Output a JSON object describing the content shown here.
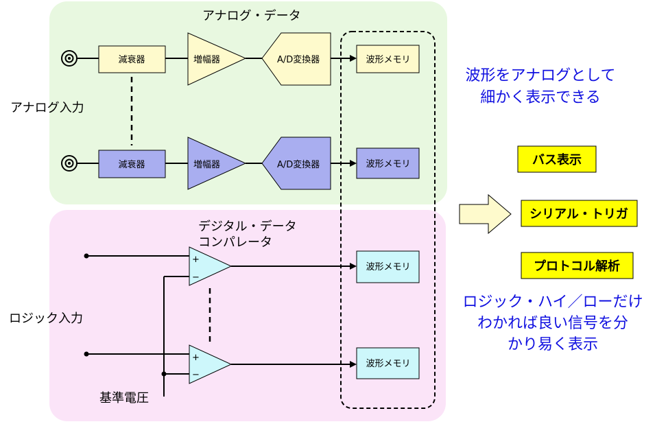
{
  "analog_section_title": "アナログ・データ",
  "analog_input_label": "アナログ入力",
  "digital_section_title": [
    "デジタル・データ",
    "コンパレータ"
  ],
  "logic_input_label": "ロジック入力",
  "reference_voltage_label": "基準電圧",
  "attenuator_label": "減衰器",
  "amplifier_label": "増幅器",
  "adc_label": "A/D変換器",
  "waveform_memory_label": "波形メモリ",
  "comparator_plus": "+",
  "comparator_minus": "−",
  "analog_benefit_text": [
    "波形をアナログとして",
    "細かく表示できる"
  ],
  "features": [
    "バス表示",
    "シリアル・トリガ",
    "プロトコル解析"
  ],
  "logic_benefit_text": [
    "ロジック・ハイ／ローだけ",
    "わかれば良い信号を分",
    "かり易く表示"
  ],
  "colors": {
    "analog_bg": "#e8f8e0",
    "digital_bg": "#fbe4f8",
    "yellow_block": "#fefacc",
    "blue_block": "#a9aef0",
    "cyan_block": "#cdf7fb",
    "feature_box": "#ffff00",
    "text_blue": "#1010e0"
  }
}
